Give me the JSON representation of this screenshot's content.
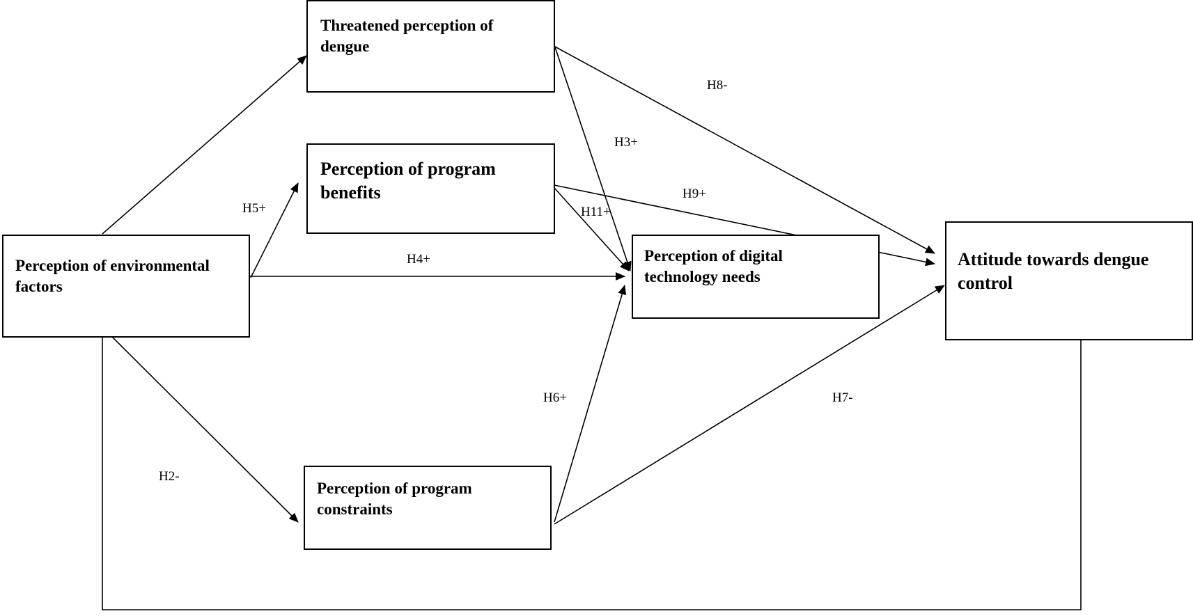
{
  "nodes": {
    "threatened": {
      "label": "Threatened perception of\ndengue"
    },
    "benefits": {
      "label": "Perception of program\nbenefits"
    },
    "environmental": {
      "label": "Perception of environmental\nfactors"
    },
    "digital": {
      "label": "Perception of digital\ntechnology needs"
    },
    "attitude": {
      "label": "Attitude towards dengue\ncontrol"
    },
    "constraints": {
      "label": "Perception of program\nconstraints"
    }
  },
  "edges": {
    "h2": {
      "label": "H2-"
    },
    "h3": {
      "label": "H3+"
    },
    "h4": {
      "label": "H4+"
    },
    "h5": {
      "label": "H5+"
    },
    "h6": {
      "label": "H6+"
    },
    "h7": {
      "label": "H7-"
    },
    "h8": {
      "label": "H8-"
    },
    "h9": {
      "label": "H9+"
    },
    "h11": {
      "label": "H11+"
    }
  },
  "colors": {
    "line": "#000000",
    "box_fill": "#ffffff"
  }
}
